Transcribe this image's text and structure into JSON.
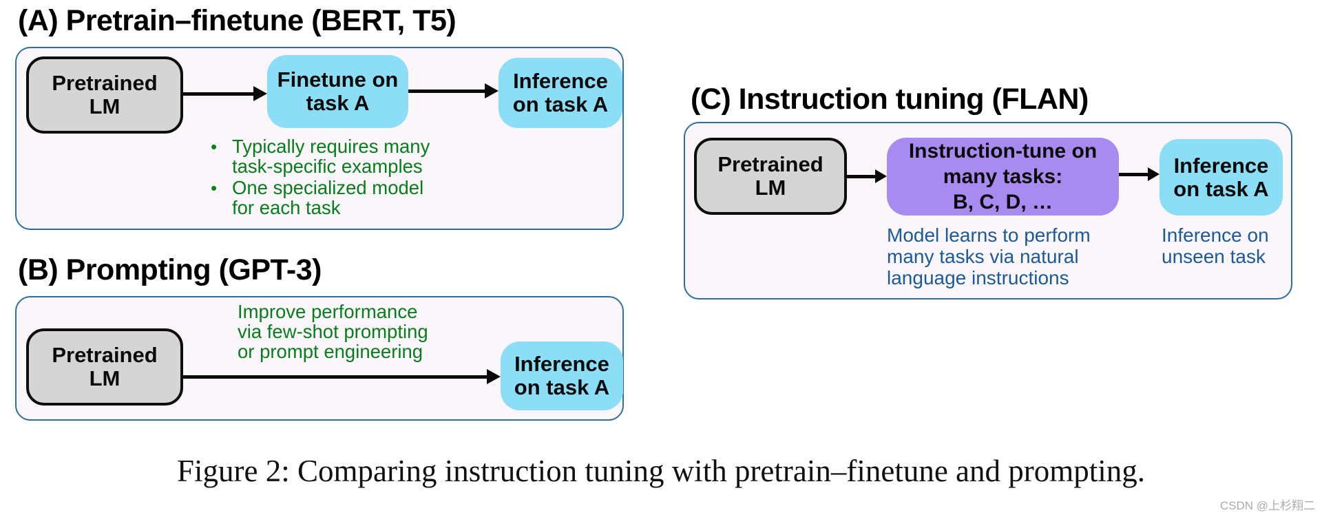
{
  "colors": {
    "panel_border": "#2e6da0",
    "panel_background": "#fbf6fa",
    "node_gray": "#d5d5d5",
    "node_cyan": "#8bdef6",
    "node_purple": "#a78bf0",
    "text_green": "#077d1b",
    "text_blue": "#1a5a99",
    "arrow_black": "#0a0a0a"
  },
  "panelA": {
    "title": "(A) Pretrain–finetune (BERT, T5)",
    "pretrained_lm": "Pretrained\nLM",
    "finetune_node": "Finetune on\ntask A",
    "inference_node": "Inference\non task A",
    "bullet_char": "•",
    "bullets": [
      "Typically requires many\ntask-specific examples",
      "One specialized model\nfor each task"
    ]
  },
  "panelB": {
    "title": "(B) Prompting (GPT-3)",
    "pretrained_lm": "Pretrained\nLM",
    "note": "Improve performance\nvia few-shot prompting\nor prompt engineering",
    "inference_node": "Inference\non task A"
  },
  "panelC": {
    "title": "(C) Instruction tuning (FLAN)",
    "pretrained_lm": "Pretrained\nLM",
    "instruction_tune_node": "Instruction-tune on\nmany tasks:\nB, C, D, …",
    "inference_node": "Inference\non task A",
    "note_left": "Model learns to perform\nmany tasks via natural\nlanguage instructions",
    "note_right": "Inference on\nunseen task"
  },
  "caption": "Figure 2: Comparing instruction tuning with pretrain–finetune and prompting.",
  "watermark": "CSDN @上杉翔二"
}
